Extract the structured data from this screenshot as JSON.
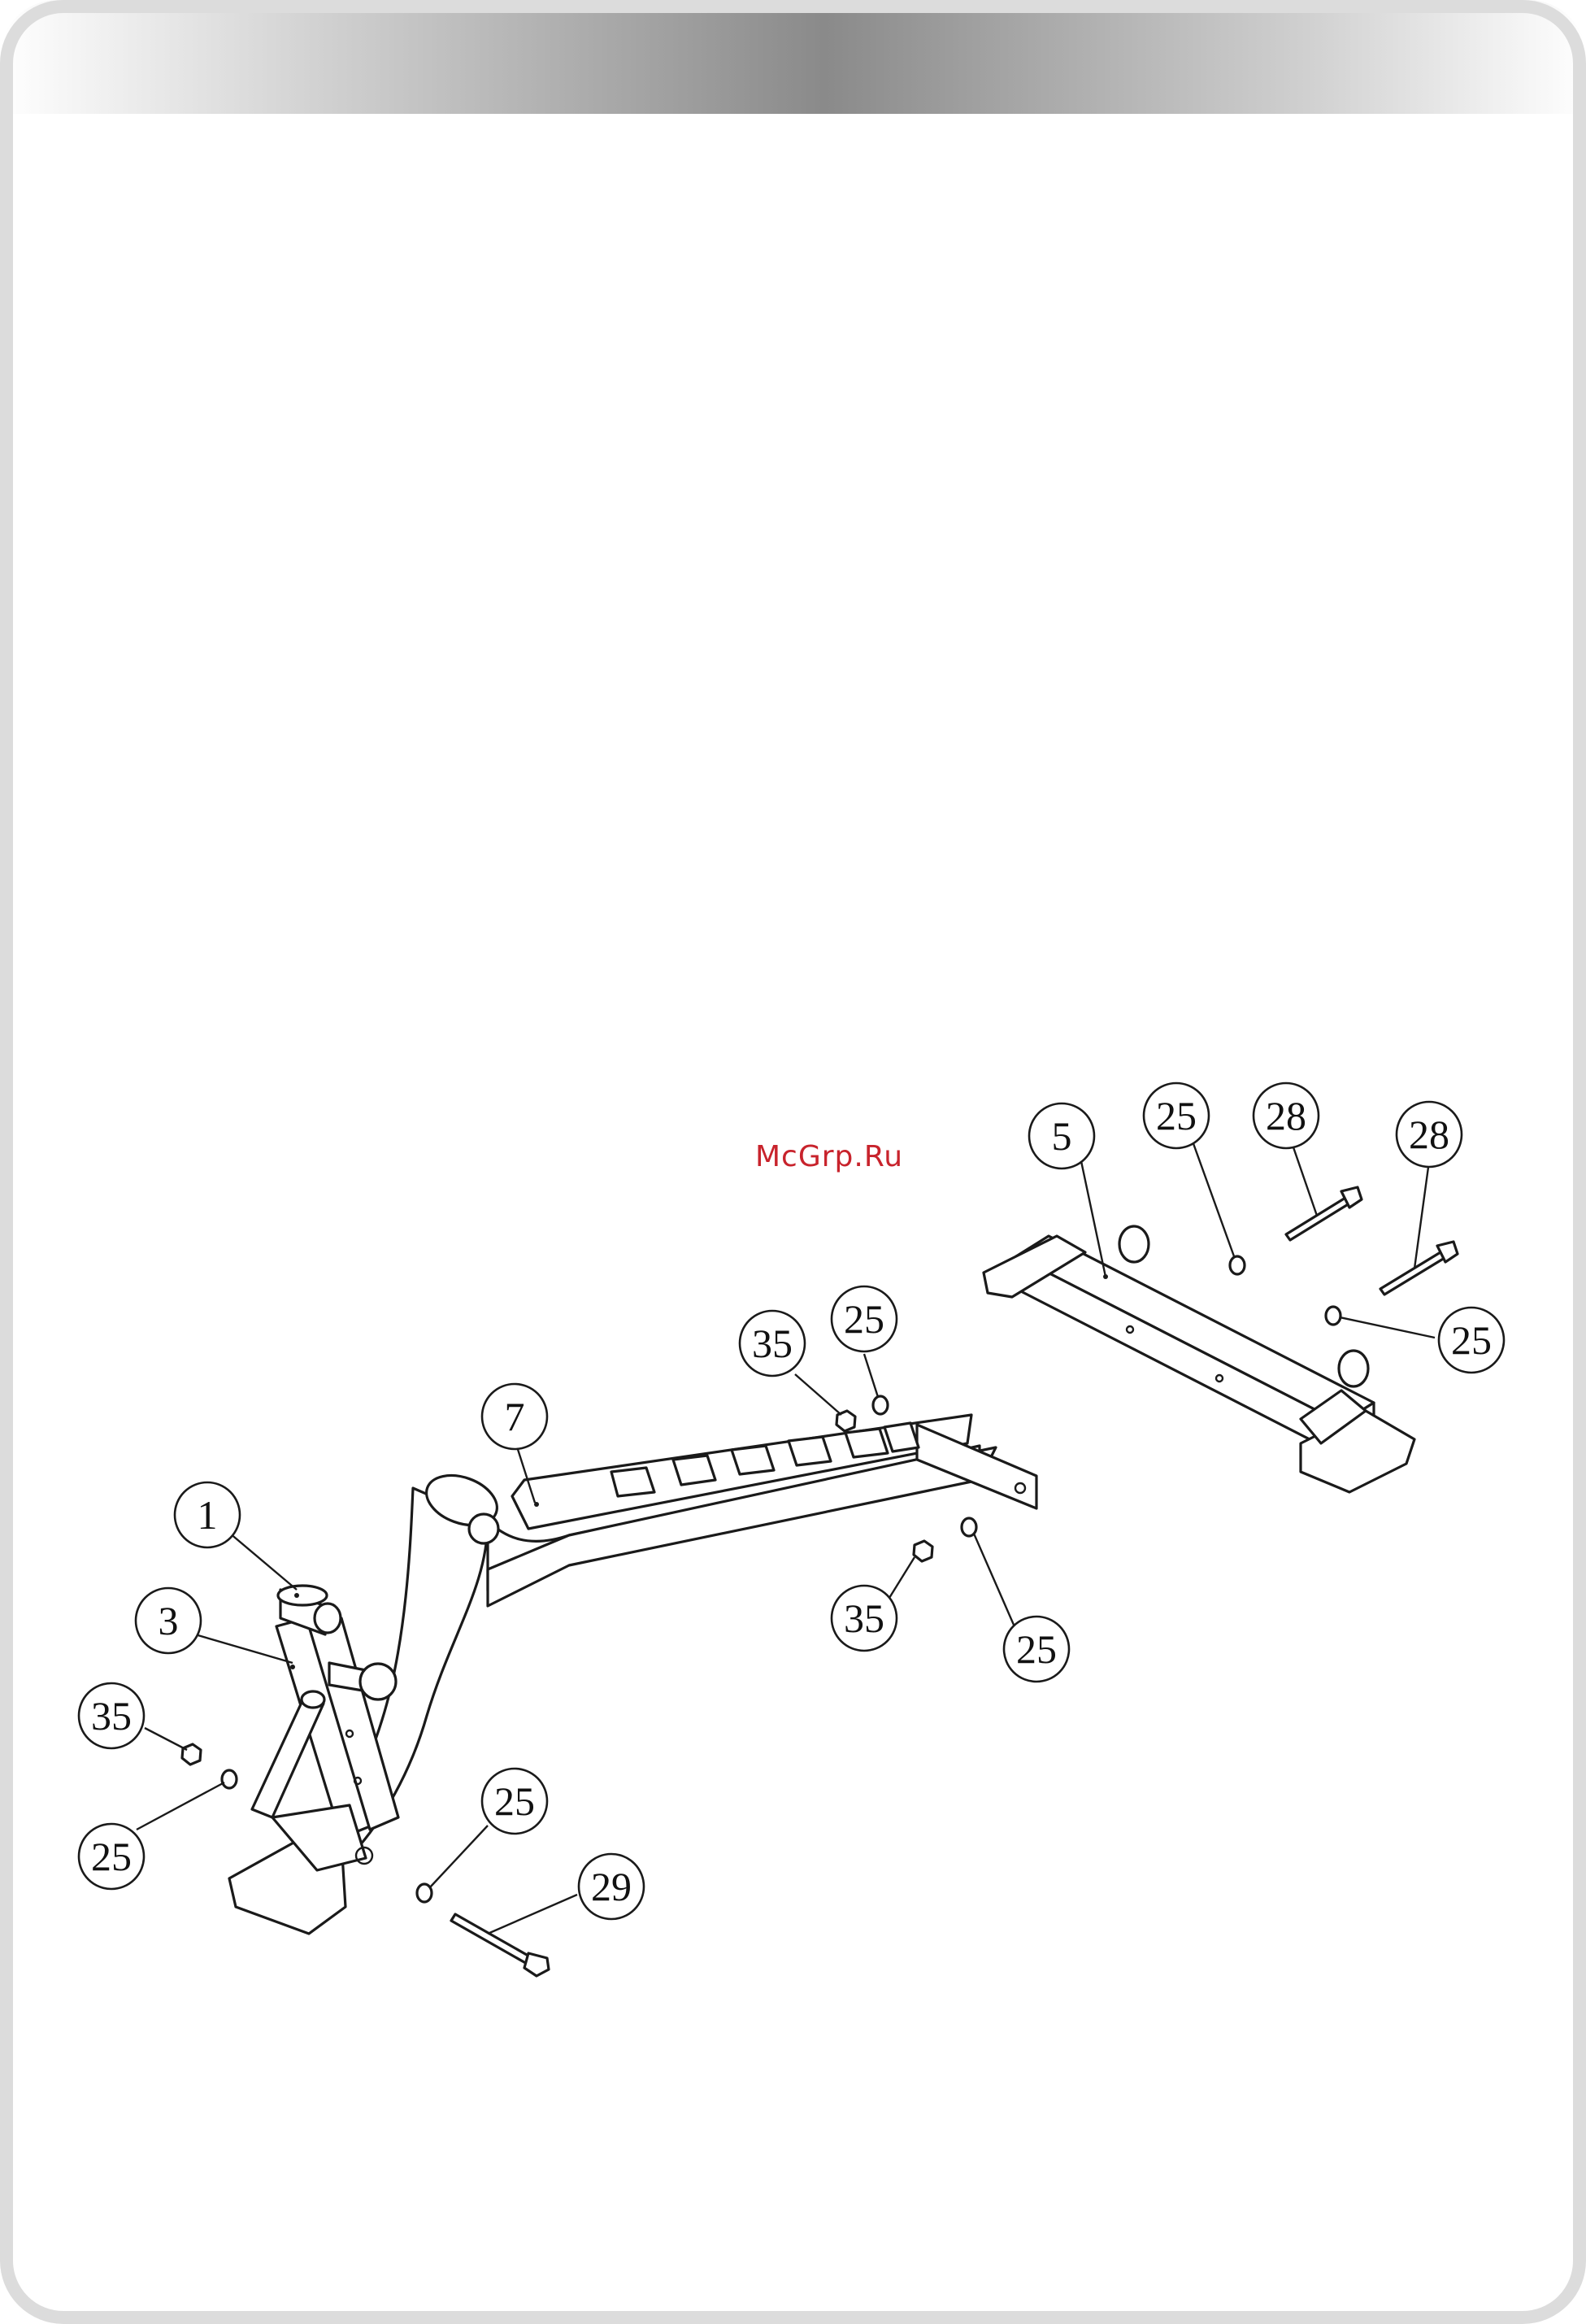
{
  "watermark": "McGrp.Ru",
  "callouts": [
    {
      "id": "c-1",
      "label": "1"
    },
    {
      "id": "c-3",
      "label": "3"
    },
    {
      "id": "c-35a",
      "label": "35"
    },
    {
      "id": "c-25a",
      "label": "25"
    },
    {
      "id": "c-7",
      "label": "7"
    },
    {
      "id": "c-25b",
      "label": "25"
    },
    {
      "id": "c-29",
      "label": "29"
    },
    {
      "id": "c-35b",
      "label": "35"
    },
    {
      "id": "c-25c",
      "label": "25"
    },
    {
      "id": "c-35c",
      "label": "35"
    },
    {
      "id": "c-25d",
      "label": "25"
    },
    {
      "id": "c-5",
      "label": "5"
    },
    {
      "id": "c-25e",
      "label": "25"
    },
    {
      "id": "c-28a",
      "label": "28"
    },
    {
      "id": "c-28b",
      "label": "28"
    },
    {
      "id": "c-25f",
      "label": "25"
    }
  ]
}
